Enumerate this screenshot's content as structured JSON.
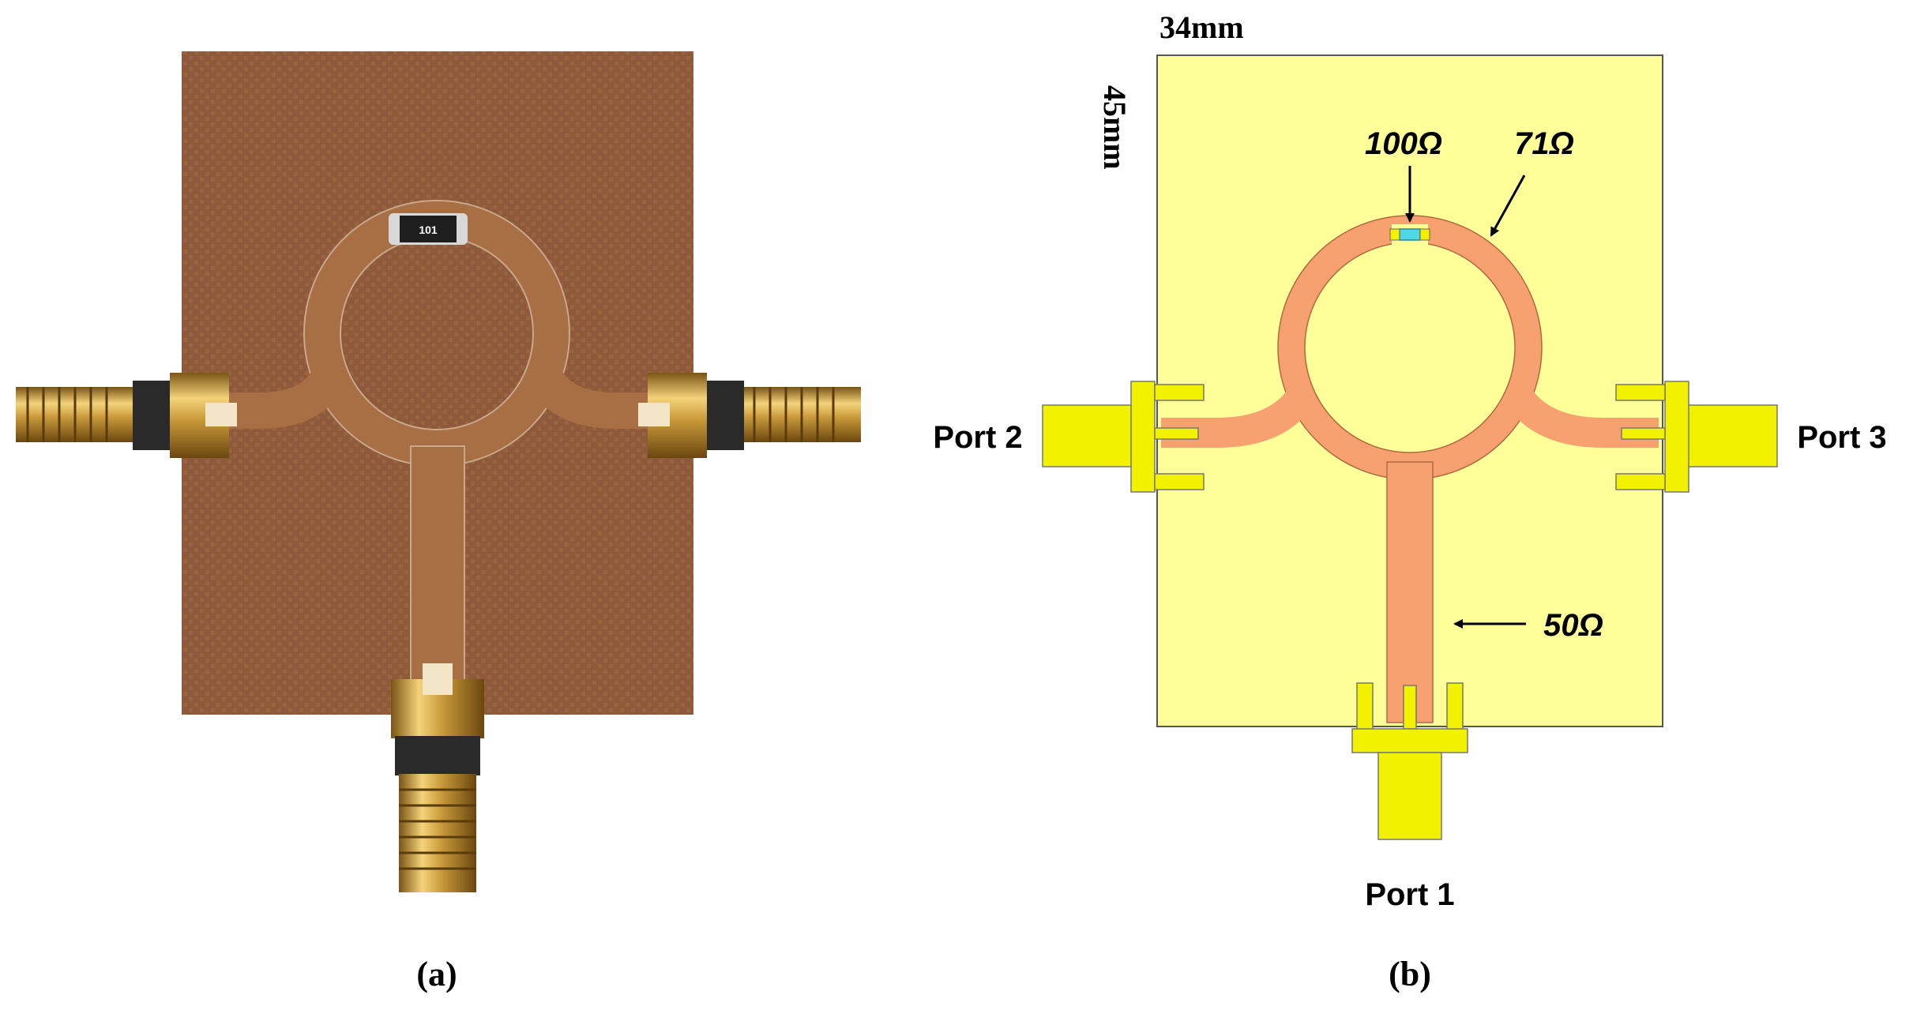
{
  "panel_a": {
    "label": "(a)",
    "resistor_marking": "101"
  },
  "panel_b": {
    "label": "(b)",
    "width_label": "34mm",
    "height_label": "45mm",
    "resistor_impedance": "100Ω",
    "ring_impedance": "71Ω",
    "feed_impedance": "50Ω",
    "ports": {
      "port1": "Port 1",
      "port2": "Port 2",
      "port3": "Port 3"
    }
  },
  "colors": {
    "pcb_substrate": "#8e5a3b",
    "pcb_trace": "#a0673f",
    "connector_gold": "#c79a3c",
    "sim_substrate": "#ffff99",
    "sim_trace": "#f7a070",
    "sim_connector": "#f2f200",
    "resistor_cyan": "#4fd8e8"
  }
}
